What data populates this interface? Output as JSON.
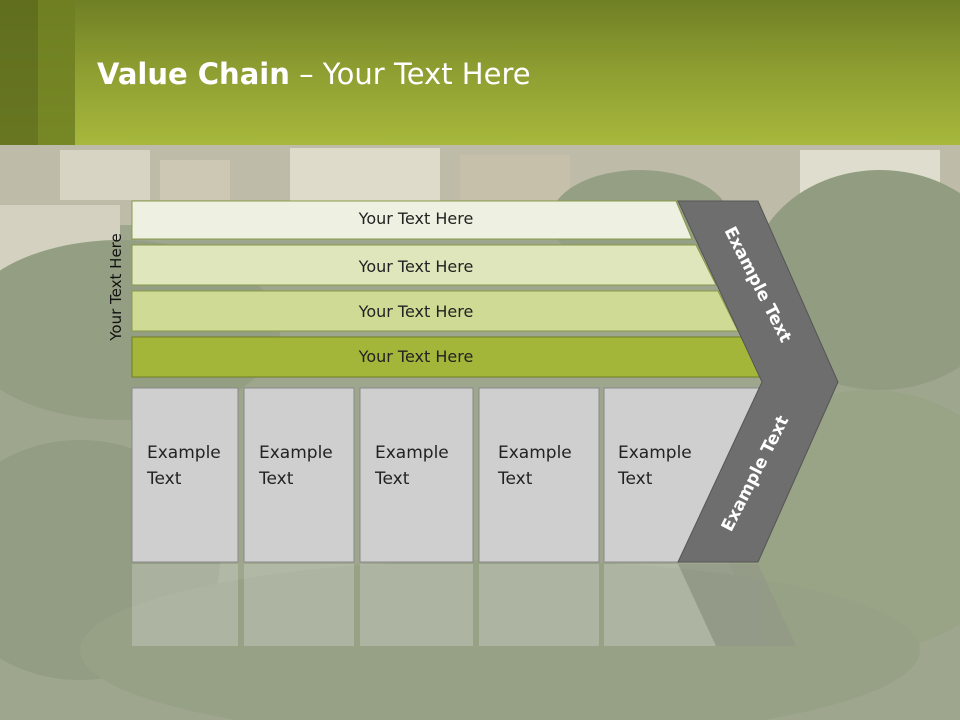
{
  "slide": {
    "title_bold": "Value Chain",
    "title_rest": " – Your Text Here"
  },
  "side_label": "Your Text Here",
  "bars": [
    {
      "label": "Your Text Here"
    },
    {
      "label": "Your Text Here"
    },
    {
      "label": "Your Text Here"
    },
    {
      "label": "Your Text Here"
    }
  ],
  "boxes": [
    {
      "line1": "Example",
      "line2": "Text"
    },
    {
      "line1": "Example",
      "line2": "Text"
    },
    {
      "line1": "Example",
      "line2": "Text"
    },
    {
      "line1": "Example",
      "line2": "Text"
    },
    {
      "line1": "Example",
      "line2": "Text"
    }
  ],
  "arrow": {
    "upper_label": "Example Text",
    "lower_label": "Example Text"
  },
  "colors": {
    "header_green": "#a7b83d",
    "bar_fills": [
      "#eef1e2",
      "#dfe6bc",
      "#cfdb94",
      "#a4b63a"
    ],
    "box_fill": "#cfcfcf",
    "arrow_fill": "#6e6e6e"
  }
}
